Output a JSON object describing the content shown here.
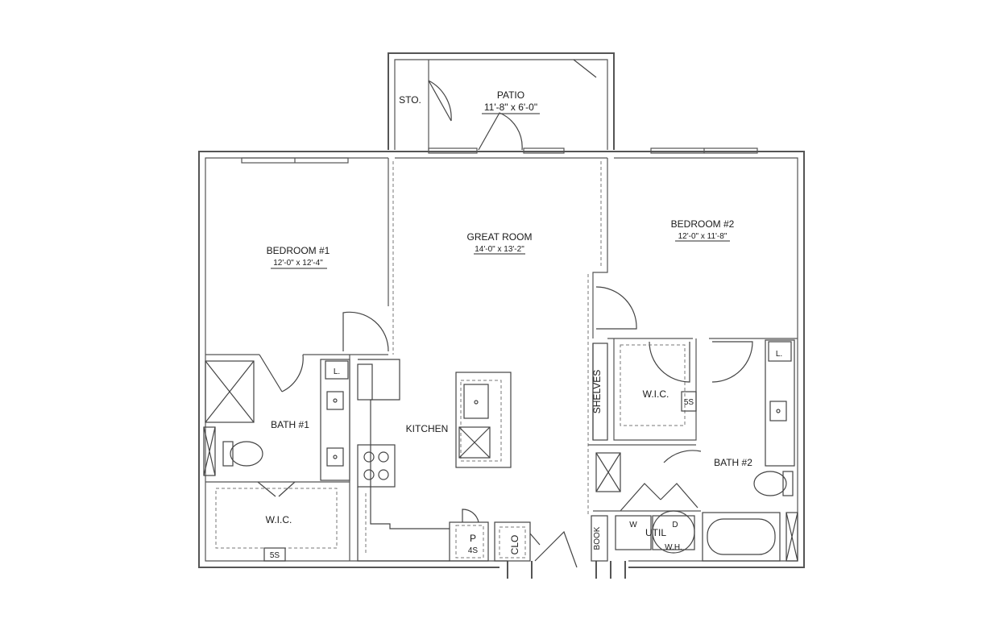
{
  "rooms": {
    "patio": {
      "name": "PATIO",
      "dims": "11'-8\" x 6'-0\""
    },
    "storage": {
      "name": "STO."
    },
    "great_room": {
      "name": "GREAT ROOM",
      "dims": "14'-0\" x 13'-2\""
    },
    "bedroom1": {
      "name": "BEDROOM #1",
      "dims": "12'-0\" x 12'-4\""
    },
    "bedroom2": {
      "name": "BEDROOM #2",
      "dims": "12'-0\" x 11'-8\""
    },
    "bath1": {
      "name": "BATH #1"
    },
    "bath2": {
      "name": "BATH #2"
    },
    "wic1": {
      "name": "W.I.C."
    },
    "wic2": {
      "name": "W.I.C."
    },
    "kitchen": {
      "name": "KITCHEN"
    },
    "shelves": {
      "name": "SHELVES"
    },
    "util": {
      "name": "UTIL"
    },
    "bookcase": {
      "name": "BOOK"
    },
    "closet": {
      "name": "CLO"
    },
    "pantry": {
      "name": "P"
    }
  },
  "tags": {
    "linen1": "L.",
    "linen2": "L.",
    "shelf_wic1": "5S",
    "shelf_wic2": "5S",
    "shelf_pantry": "4S",
    "washer": "W",
    "dryer": "D",
    "water_heater": "W.H."
  }
}
